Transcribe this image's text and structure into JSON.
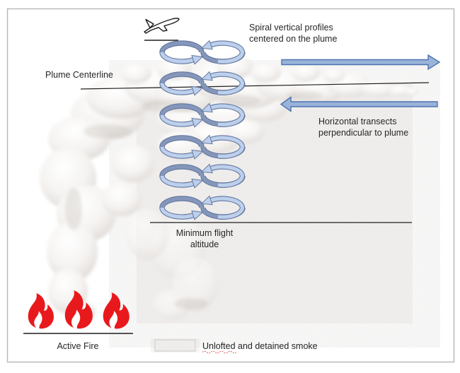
{
  "labels": {
    "spiral_profiles": [
      "Spiral vertical profiles",
      "centered on the plume"
    ],
    "plume_centerline": "Plume Centerline",
    "horizontal_transects": [
      "Horizontal transects",
      "perpendicular to plume"
    ],
    "minimum_flight_altitude": [
      "Minimum flight",
      "altitude"
    ],
    "active_fire": "Active Fire",
    "legend_unlofted": "Unlofted and detained smoke"
  },
  "icons": {
    "airplane": "airplane-icon",
    "spiral_loop": "spiral-loop-arrows",
    "transect_right": "arrow-right",
    "transect_left": "arrow-left",
    "flame": "fire-icon",
    "legend_swatch": "speckled-smoke-swatch"
  },
  "counts": {
    "spiral_loops": 6,
    "flames": 3,
    "horizontal_transect_arrows": 2
  },
  "colors": {
    "arrow_light": "#bccfec",
    "arrow_dark": "#8496ba",
    "arrow_outline": "#64779e",
    "transect_fill": "#9ab3d9",
    "transect_stroke": "#4d73b0",
    "fire_red": "#e8191c",
    "line_black": "#1f1f1f",
    "text": "#262626",
    "smoke_base": "#f5f3f2",
    "frame_border": "#b9b9b9"
  }
}
